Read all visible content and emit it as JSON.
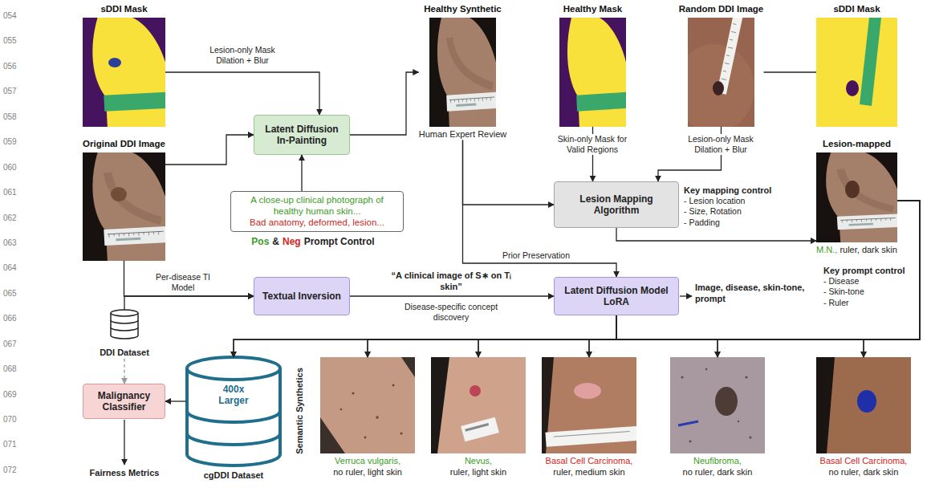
{
  "diagram": {
    "nodes": [
      {
        "text": [
          "sDDI Mask"
        ]
      },
      {
        "text": [
          "Original DDI Image"
        ]
      },
      {
        "text": [
          "Latent Diffusion In-Painting"
        ]
      },
      {
        "text": [
          "A close-up clinical photograph of healthy human skin...",
          "Bad anatomy, deformed, lesion..."
        ]
      },
      {
        "text": [
          "Healthy Synthetic",
          "Human Expert Review"
        ]
      },
      {
        "text": [
          "Healthy Mask"
        ]
      },
      {
        "text": [
          "Random DDI Image"
        ]
      },
      {
        "text": [
          "sDDI Mask"
        ]
      },
      {
        "text": [
          "Lesion Mapping Algorithm"
        ]
      },
      {
        "text": [
          "Lesion-mapped",
          "M.N.,",
          "ruler, dark skin"
        ]
      },
      {
        "text": [
          "Textual Inversion"
        ]
      },
      {
        "text": [
          "Latent Diffusion Model LoRA"
        ]
      },
      {
        "text": [
          "DDI Dataset"
        ]
      },
      {
        "text": [
          "Malignancy Classifier"
        ]
      },
      {
        "text": [
          "400x Larger",
          "cgDDI Dataset"
        ]
      },
      {
        "text": [
          "Verruca vulgaris,",
          "no ruler, light skin"
        ]
      },
      {
        "text": [
          "Nevus,",
          "ruler, light skin"
        ]
      },
      {
        "text": [
          "Basal Cell Carcinoma,",
          "ruler, medium skin"
        ]
      },
      {
        "text": [
          "Neufibroma,",
          "no ruler, dark skin"
        ]
      },
      {
        "text": [
          "Basal Cell Carcinoma,",
          "no ruler, dark skin"
        ]
      }
    ],
    "edges": [
      {
        "from": 0,
        "to": 2,
        "arrow": "to",
        "label": "Lesion-only Mask Dilation + Blur"
      },
      {
        "from": 1,
        "to": 2,
        "arrow": "to"
      },
      {
        "from": 3,
        "to": 2,
        "arrow": "to"
      },
      {
        "from": 2,
        "to": 4,
        "arrow": "to"
      },
      {
        "from": 4,
        "to": 8,
        "arrow": "to"
      },
      {
        "from": 5,
        "to": 8,
        "arrow": "to",
        "label": "Skin-only Mask for Valid Regions"
      },
      {
        "from": 6,
        "to": 8,
        "arrow": "to",
        "label": "Lesion-only Mask Dilation + Blur"
      },
      {
        "from": 6,
        "to": 7,
        "arrow": "none"
      },
      {
        "from": 8,
        "to": 9,
        "arrow": "to"
      },
      {
        "from": 4,
        "to": 11,
        "arrow": "to",
        "label": "Prior Preservation"
      },
      {
        "from": 1,
        "to": 10,
        "arrow": "to",
        "label": "Per-disease TI Model"
      },
      {
        "from": 12,
        "to": 10,
        "arrow": "to"
      },
      {
        "from": 10,
        "to": 11,
        "arrow": "to",
        "label": "“A clinical image of S∗ on Tᵢ skin”"
      },
      {
        "from": 11,
        "to": 14,
        "arrow": "to"
      },
      {
        "from": 11,
        "to": 15,
        "arrow": "to"
      },
      {
        "from": 11,
        "to": 16,
        "arrow": "to"
      },
      {
        "from": 11,
        "to": 17,
        "arrow": "to"
      },
      {
        "from": 11,
        "to": 18,
        "arrow": "to"
      },
      {
        "from": 11,
        "to": 19,
        "arrow": "to"
      },
      {
        "from": 9,
        "to": 14,
        "arrow": "to"
      },
      {
        "from": 9,
        "to": 15,
        "arrow": "to"
      },
      {
        "from": 9,
        "to": 16,
        "arrow": "to"
      },
      {
        "from": 9,
        "to": 17,
        "arrow": "to"
      },
      {
        "from": 9,
        "to": 18,
        "arrow": "to"
      },
      {
        "from": 9,
        "to": 19,
        "arrow": "to"
      },
      {
        "from": 14,
        "to": 13,
        "arrow": "to"
      },
      {
        "from": 12,
        "to": 13,
        "arrow": "to"
      }
    ],
    "labels": [
      "054",
      "055",
      "056",
      "057",
      "058",
      "059",
      "060",
      "061",
      "062",
      "063",
      "064",
      "065",
      "066",
      "067",
      "068",
      "069",
      "070",
      "071",
      "072",
      "Pos",
      "&",
      "Neg",
      "Prompt Control",
      "Key mapping control",
      "- Lesion location",
      "- Size, Rotation",
      "- Padding",
      "Image, disease, skin-tone, prompt",
      "Key prompt control",
      "- Disease",
      "- Skin-tone",
      "- Ruler",
      "Disease-specific concept discovery",
      "Semantic Synthetics",
      "Fairness Metrics"
    ]
  }
}
